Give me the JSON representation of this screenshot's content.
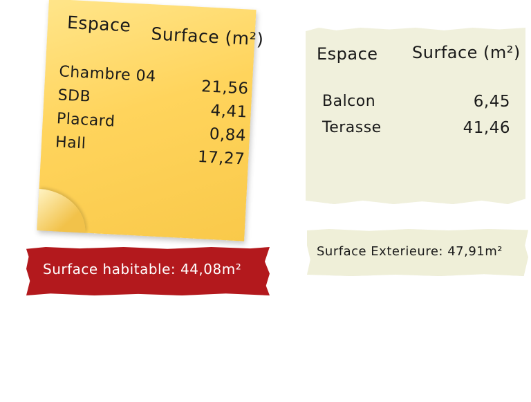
{
  "interior_note": {
    "header_espace": "Espace",
    "header_surface": "Surface (m²)",
    "rows": [
      {
        "espace": "Chambre 04",
        "surface": "21,56"
      },
      {
        "espace": "SDB",
        "surface": "4,41"
      },
      {
        "espace": "Placard",
        "surface": "0,84"
      },
      {
        "espace": "Hall",
        "surface": "17,27"
      }
    ]
  },
  "exterior_note": {
    "header_espace": "Espace",
    "header_surface": "Surface (m²)",
    "rows": [
      {
        "espace": "Balcon",
        "surface": "6,45"
      },
      {
        "espace": "Terasse",
        "surface": "41,46"
      }
    ]
  },
  "totals": {
    "habitable": "Surface habitable:  44,08m²",
    "exterieure": "Surface Exterieure:  47,91m²"
  },
  "colors": {
    "sticky_yellow": "#ffd45c",
    "paper_cream": "#f0f0dc",
    "tape_red": "#b3191d"
  }
}
